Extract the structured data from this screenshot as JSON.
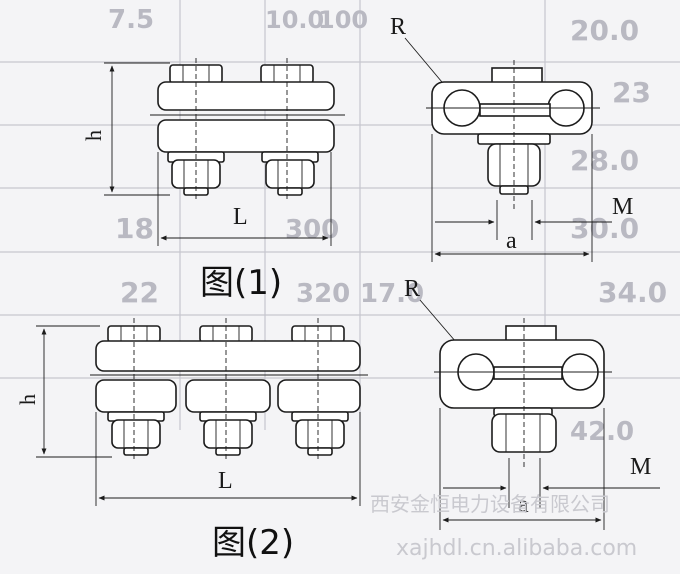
{
  "background_table": {
    "rows": [
      [
        "20.0",
        "10.0",
        "100",
        "7.5"
      ],
      [
        "",
        "",
        "",
        "23"
      ],
      [
        "28.0",
        "",
        "",
        ""
      ],
      [
        "30.0",
        "",
        "300",
        "18"
      ],
      [
        "34.0",
        "17.0",
        "320",
        "22"
      ],
      [
        "",
        "",
        "",
        ""
      ],
      [
        "42.0",
        "",
        "",
        ""
      ]
    ]
  },
  "figure1": {
    "caption": "图(1)",
    "dim_h": "h",
    "dim_L": "L",
    "side_R": "R",
    "side_a": "a",
    "side_M": "M"
  },
  "figure2": {
    "caption": "图(2)",
    "dim_h": "h",
    "dim_L": "L",
    "side_R": "R",
    "side_a": "a",
    "side_M": "M"
  },
  "watermark": {
    "company": "西安金恒电力设备有限公司",
    "url": "xajhdl.cn.alibaba.com"
  }
}
